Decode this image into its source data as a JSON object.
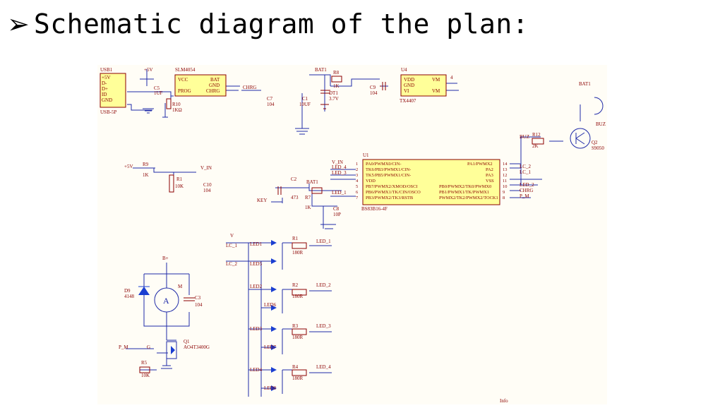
{
  "slide": {
    "title": "Schematic diagram of the plan:",
    "bullet_icon": "arrow-bullet-icon"
  },
  "schematic": {
    "background_color": "#fffdf6",
    "trace_color": "#1f2aa8",
    "part_fill_color": "#ffff99",
    "part_border_color": "#8b0000",
    "pin_color": "#c00000",
    "led_color": "#1b3fd1",
    "components": {
      "usb": {
        "ref": "USB1",
        "type": "USB-5P",
        "pins": [
          "+5V",
          "D-",
          "D+",
          "ID",
          "GND"
        ]
      },
      "charger": {
        "name": "SLM4054",
        "pins_left": [
          "VCC",
          "PROG"
        ],
        "pins_right": [
          "BAT",
          "GND",
          "CHRG"
        ]
      },
      "driver": {
        "ref": "U4",
        "type": "TX4407",
        "pins_left": [
          "VDD",
          "GND",
          "VI"
        ],
        "pins_right": [
          "VM",
          "VM"
        ]
      },
      "mcu": {
        "ref": "U1",
        "type": "BS83B16-4F",
        "pins_left": [
          "PA0/PWMX0/CIN-",
          "TK6/PB3/PWMX1/CIN-",
          "TK5/PB5/PWMX1/CIN-",
          "VDD",
          "PB7/PWMX2/XMOD/OSCI",
          "PB6/PWMX1/TK/CIN/OSCO",
          "PB3/PWMX2/TK3/RSTB"
        ],
        "pins_right": [
          "PA1/PWMX2",
          "PA2",
          "PA3",
          "VSS",
          "PB0/PWMX2/TK0/PWMX0",
          "PB1/PWMX1/TK/PWMX1",
          "PWMX2/TK2/PWMX2/TOCK1"
        ],
        "pin_numbers_left": [
          "1",
          "2",
          "3",
          "4",
          "5",
          "6",
          "7"
        ],
        "pin_numbers_right": [
          "14",
          "13",
          "12",
          "11",
          "10",
          "9",
          "8"
        ]
      },
      "q1": {
        "ref": "Q1",
        "type": "AO4T3400G"
      },
      "q2": {
        "ref": "Q2",
        "type": "S9050"
      },
      "d9": {
        "ref": "D9",
        "value": "4148"
      },
      "buz": {
        "ref": "BUZ"
      },
      "motor": {
        "ref": "M",
        "symbol": "A"
      }
    },
    "labels": {
      "usb_ref": "USB1",
      "usb_type": "USB-5P",
      "plus5v": "+5V",
      "c5": "C5",
      "c5_val": "1UF",
      "r10": "R10",
      "r10_val": "1KΩ",
      "chrg": "CHRG",
      "c7": "C7",
      "c7_val": "104",
      "c1": "C1",
      "c1_val": "10UF",
      "bat1": "BAT1",
      "dt1": "DT1",
      "dt1_val": "3.7V",
      "r8": "R8",
      "r8_val": "1K",
      "c9": "C9",
      "c9_val": "104",
      "u4_ref": "U4",
      "u4_num": "4",
      "bat_right": "BAT1",
      "buz_ref": "BUZ",
      "buz_net": "BUZ",
      "r12": "R12",
      "r12_val": "2K",
      "q2_ref": "Q2",
      "plus5v_2": "+5V",
      "r9": "R9",
      "r9_val": "1K",
      "v_in": "V_IN",
      "r1": "R1",
      "r1_val": "10K",
      "c10": "C10",
      "c10_val": "104",
      "c2": "C2",
      "c2_val": "473",
      "bat1_2": "BAT1",
      "r7": "R7",
      "r7_val": "1K",
      "c8": "C8",
      "c8_val": "10P",
      "key": "KEY",
      "u1_ref": "U1",
      "net_v_in": "V_IN",
      "net_led4": "LED_4",
      "net_led3": "LED_3",
      "net_led1": "LED_1",
      "net_lc2": "LC_2",
      "net_lc1": "LC_1",
      "net_led2": "LED_2",
      "net_chrg": "CHRG",
      "net_pm": "P_M",
      "v_top": "V",
      "lc1": "LC_1",
      "lc2": "LC_2",
      "led1": "LED1",
      "led5": "LED5",
      "led2": "LED2",
      "led6": "LED6",
      "led3": "LED3",
      "led7": "LED7",
      "led4": "LED4",
      "led8": "LED8",
      "r1b": "R1",
      "r1b_val": "180R",
      "r2": "R2",
      "r2_val": "180R",
      "r3": "R3",
      "r3_val": "180R",
      "r4": "R4",
      "r4_val": "180R",
      "out_led1": "LED_1",
      "out_led2": "LED_2",
      "out_led3": "LED_3",
      "out_led4": "LED_4",
      "b_plus": "B+",
      "d9": "D9",
      "d9_val": "4148",
      "m": "M",
      "c3": "C3",
      "c3_val": "104",
      "q1": "Q1",
      "q1_val": "AO4T3400G",
      "p_m": "P_M",
      "r5": "R5",
      "r5_val": "10K",
      "g": "G",
      "info": "Info"
    }
  }
}
